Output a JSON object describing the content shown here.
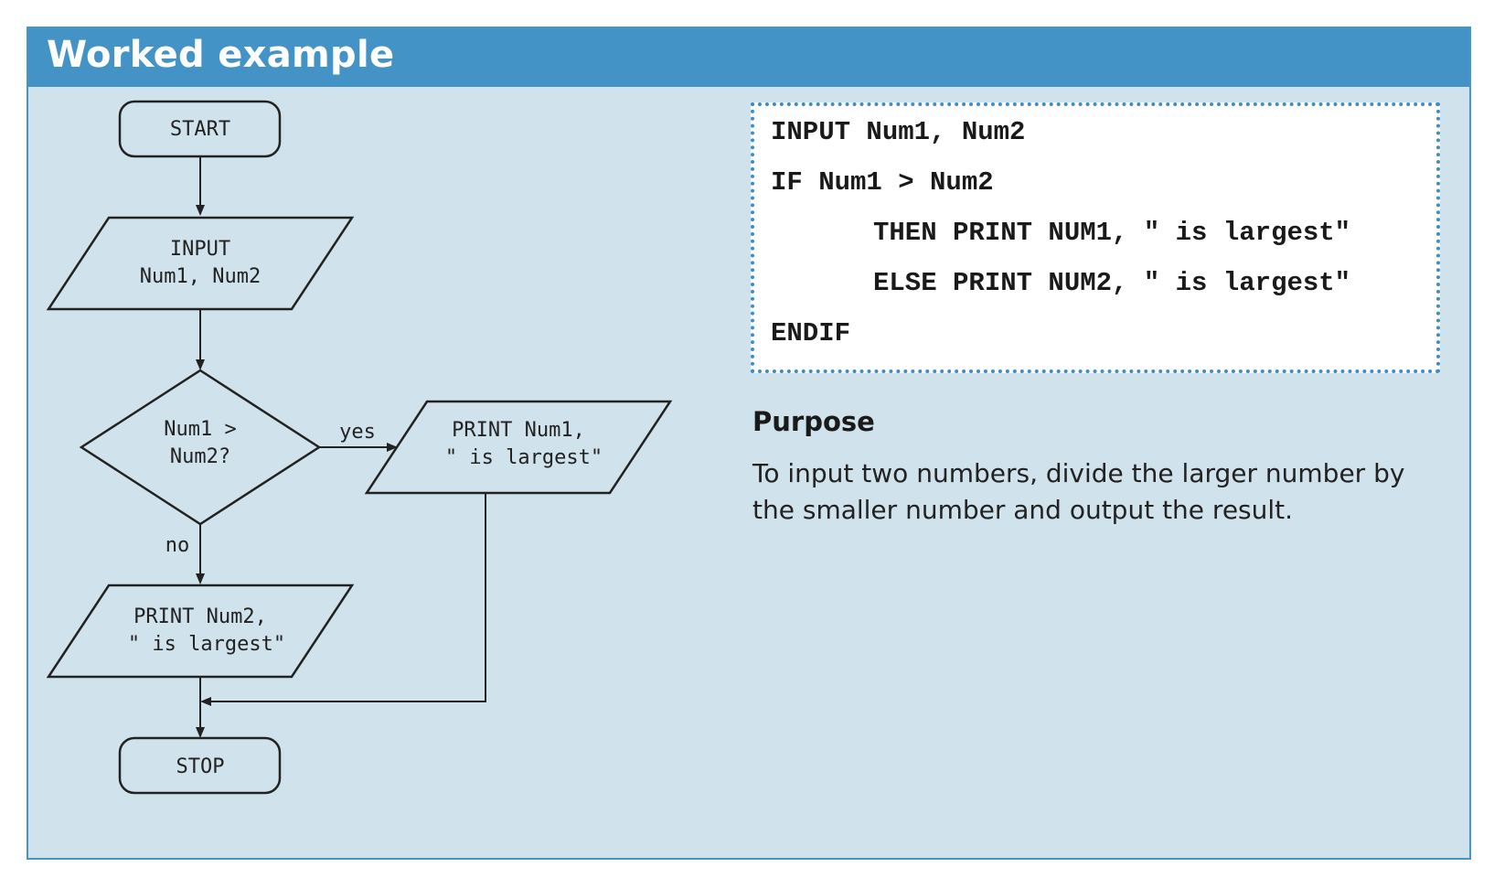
{
  "header": {
    "title": "Worked example"
  },
  "flowchart": {
    "start": "START",
    "input_line1": "INPUT",
    "input_line2": "Num1, Num2",
    "decision_line1": "Num1 >",
    "decision_line2": "Num2?",
    "yes_label": "yes",
    "no_label": "no",
    "print1_line1": "PRINT Num1,",
    "print1_line2": "\" is largest\"",
    "print2_line1": "PRINT Num2,",
    "print2_line2": "\" is largest\"",
    "stop": "STOP"
  },
  "pseudocode": {
    "lines": [
      "INPUT Num1, Num2",
      "IF Num1 > Num2",
      "THEN PRINT NUM1, \" is largest\"",
      "ELSE PRINT NUM2, \" is largest\"",
      "ENDIF"
    ]
  },
  "purpose": {
    "title": "Purpose",
    "text": "To input two numbers, divide the larger number by the smaller number and output the result."
  },
  "colors": {
    "header": "#4393c6",
    "panel": "#d0e2ec",
    "code_border": "#3b8fc6"
  }
}
